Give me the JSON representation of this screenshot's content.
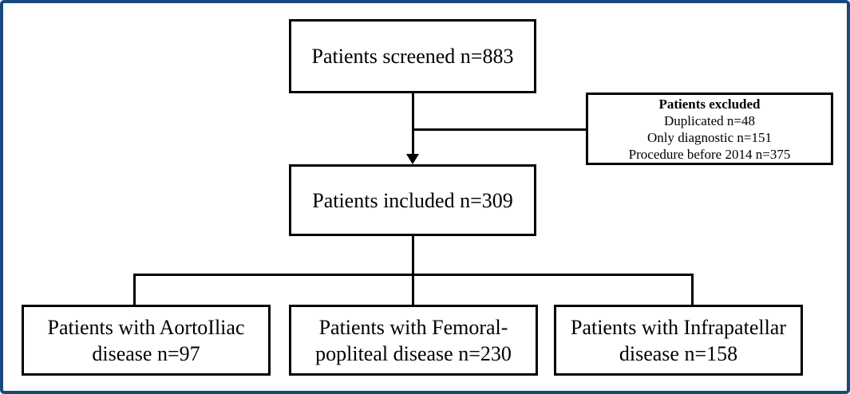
{
  "diagram": {
    "type": "flowchart",
    "border_color": "#17497d",
    "line_color": "#000000",
    "boxes": {
      "screened": {
        "lines": [
          "Patients screened n=883"
        ]
      },
      "excluded": {
        "title": "Patients excluded",
        "lines": [
          "Duplicated n=48",
          "Only diagnostic n=151",
          "Procedure before 2014 n=375"
        ]
      },
      "included": {
        "lines": [
          "Patients included n=309"
        ]
      },
      "aortoiliac": {
        "lines": [
          "Patients with AortoIliac",
          "disease n=97"
        ]
      },
      "femoropopliteal": {
        "lines": [
          "Patients with Femoral-",
          "popliteal disease n=230"
        ]
      },
      "infrapatellar": {
        "lines": [
          "Patients with Infrapatellar",
          "disease n=158"
        ]
      }
    }
  }
}
